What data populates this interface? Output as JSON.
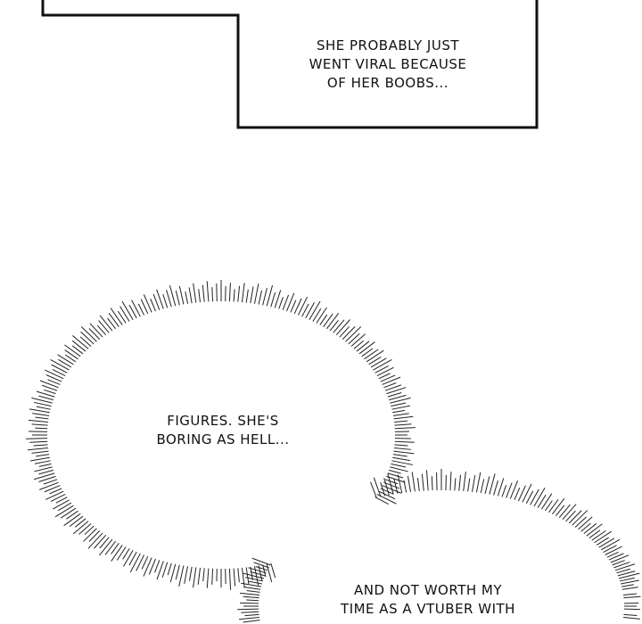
{
  "panel_caption": {
    "text": "SHE PROBABLY JUST\nWENT VIRAL BECAUSE\nOF HER BOOBS..."
  },
  "bubble_1": {
    "text": "FIGURES. SHE'S\nBORING AS HELL..."
  },
  "bubble_2": {
    "text": "AND NOT WORTH MY\nTIME AS A VTUBER WITH"
  },
  "colors": {
    "ink": "#111111",
    "background": "#ffffff"
  }
}
